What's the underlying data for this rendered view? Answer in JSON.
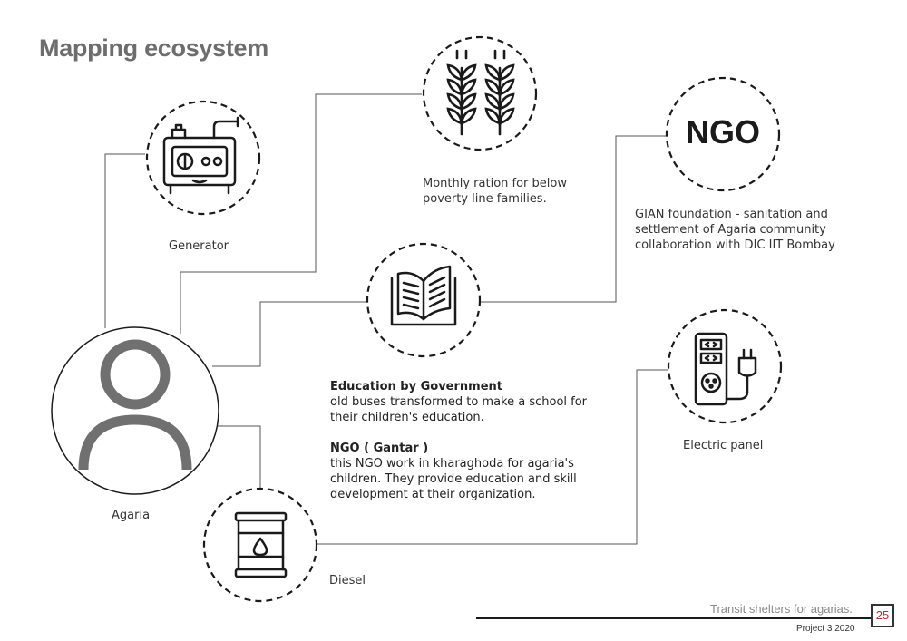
{
  "page": {
    "title": "Mapping ecosystem",
    "footer": {
      "title": "Transit shelters for agarias.",
      "subtitle": "Project 3  2020",
      "page_number": "25"
    }
  },
  "nodes": {
    "generator": {
      "label": "Generator",
      "icon": "generator-icon"
    },
    "ration": {
      "label_lines": [
        "Monthly ration for below",
        "poverty line families."
      ],
      "icon": "wheat-icon"
    },
    "ngo_gian": {
      "icon_text": "NGO",
      "label_lines": [
        "GIAN foundation - sanitation and",
        "settlement of Agaria community",
        "collaboration with DIC IIT Bombay"
      ]
    },
    "education": {
      "icon": "book-icon",
      "heading1": "Education by Government",
      "body1_lines": [
        "old buses transformed to make a school for",
        "their children's education."
      ],
      "heading2": "NGO ( Gantar )",
      "body2_lines": [
        "this NGO work in kharaghoda for agaria's",
        "children. They provide education and skill",
        "development at their organization."
      ]
    },
    "electric": {
      "label": "Electric panel",
      "icon": "electric-panel-icon"
    },
    "agaria": {
      "label": "Agaria",
      "icon": "person-icon"
    },
    "diesel": {
      "label": "Diesel",
      "icon": "oil-barrel-icon"
    }
  }
}
